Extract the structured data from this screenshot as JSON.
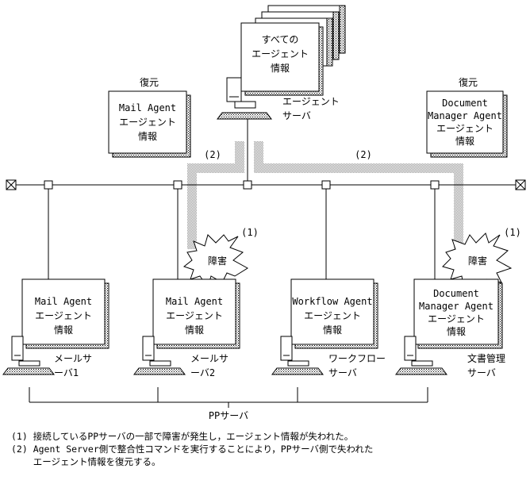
{
  "top_server": {
    "box_lines": [
      "すべての",
      "エージェント",
      "情報"
    ],
    "label_lines": [
      "エージェント",
      "サーバ"
    ]
  },
  "restore_mail": {
    "caption": "復元",
    "lines": [
      "Mail Agent",
      "エージェント",
      "情報"
    ]
  },
  "restore_doc": {
    "caption": "復元",
    "lines": [
      "Document",
      "Manager Agent",
      "エージェント",
      "情報"
    ]
  },
  "path_labels": [
    "(2)",
    "(2)"
  ],
  "failures": [
    {
      "number": "(1)",
      "label": "障害"
    },
    {
      "number": "(1)",
      "label": "障害"
    }
  ],
  "servers": [
    {
      "box_lines": [
        "Mail Agent",
        "エージェント",
        "情報"
      ],
      "label_lines": [
        "メールサ",
        "ーバ1"
      ]
    },
    {
      "box_lines": [
        "Mail Agent",
        "エージェント",
        "情報"
      ],
      "label_lines": [
        "メールサ",
        "ーバ2"
      ]
    },
    {
      "box_lines": [
        "Workflow Agent",
        "エージェント",
        "情報"
      ],
      "label_lines": [
        "ワークフロー",
        "サーバ"
      ]
    },
    {
      "box_lines": [
        "Document",
        "Manager Agent",
        "エージェント",
        "情報"
      ],
      "label_lines": [
        "文書管理",
        "サーバ"
      ]
    }
  ],
  "pp_label": "PPサーバ",
  "notes": [
    "(1) 接続しているPPサーバの一部で障害が発生し，エージェント情報が失われた。",
    "(2) Agent Server側で整合性コマンドを実行することにより，PPサーバ側で失われた",
    "    エージェント情報を復元する。"
  ]
}
